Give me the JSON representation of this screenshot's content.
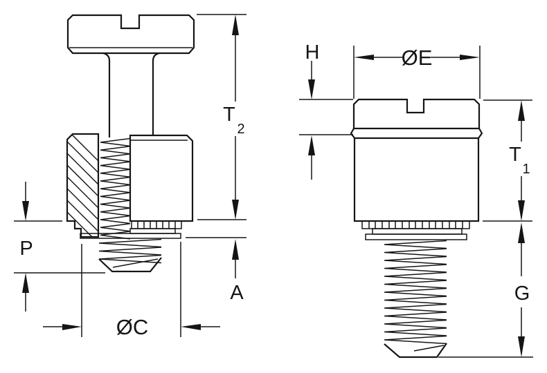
{
  "colors": {
    "background": "#ffffff",
    "line": "#151515"
  },
  "views": {
    "left_view": {
      "description": "installed captive screw in hatched panel section",
      "dimensions": {
        "t2": {
          "base": "T",
          "sub": "2"
        },
        "p": {
          "label": "P"
        },
        "a": {
          "label": "A"
        },
        "c": {
          "label": "ØC"
        }
      }
    },
    "right_view": {
      "description": "fastener alone side view",
      "dimensions": {
        "h": {
          "label": "H"
        },
        "e": {
          "label": "ØE"
        },
        "t1": {
          "base": "T",
          "sub": "1"
        },
        "g": {
          "label": "G"
        }
      }
    }
  }
}
